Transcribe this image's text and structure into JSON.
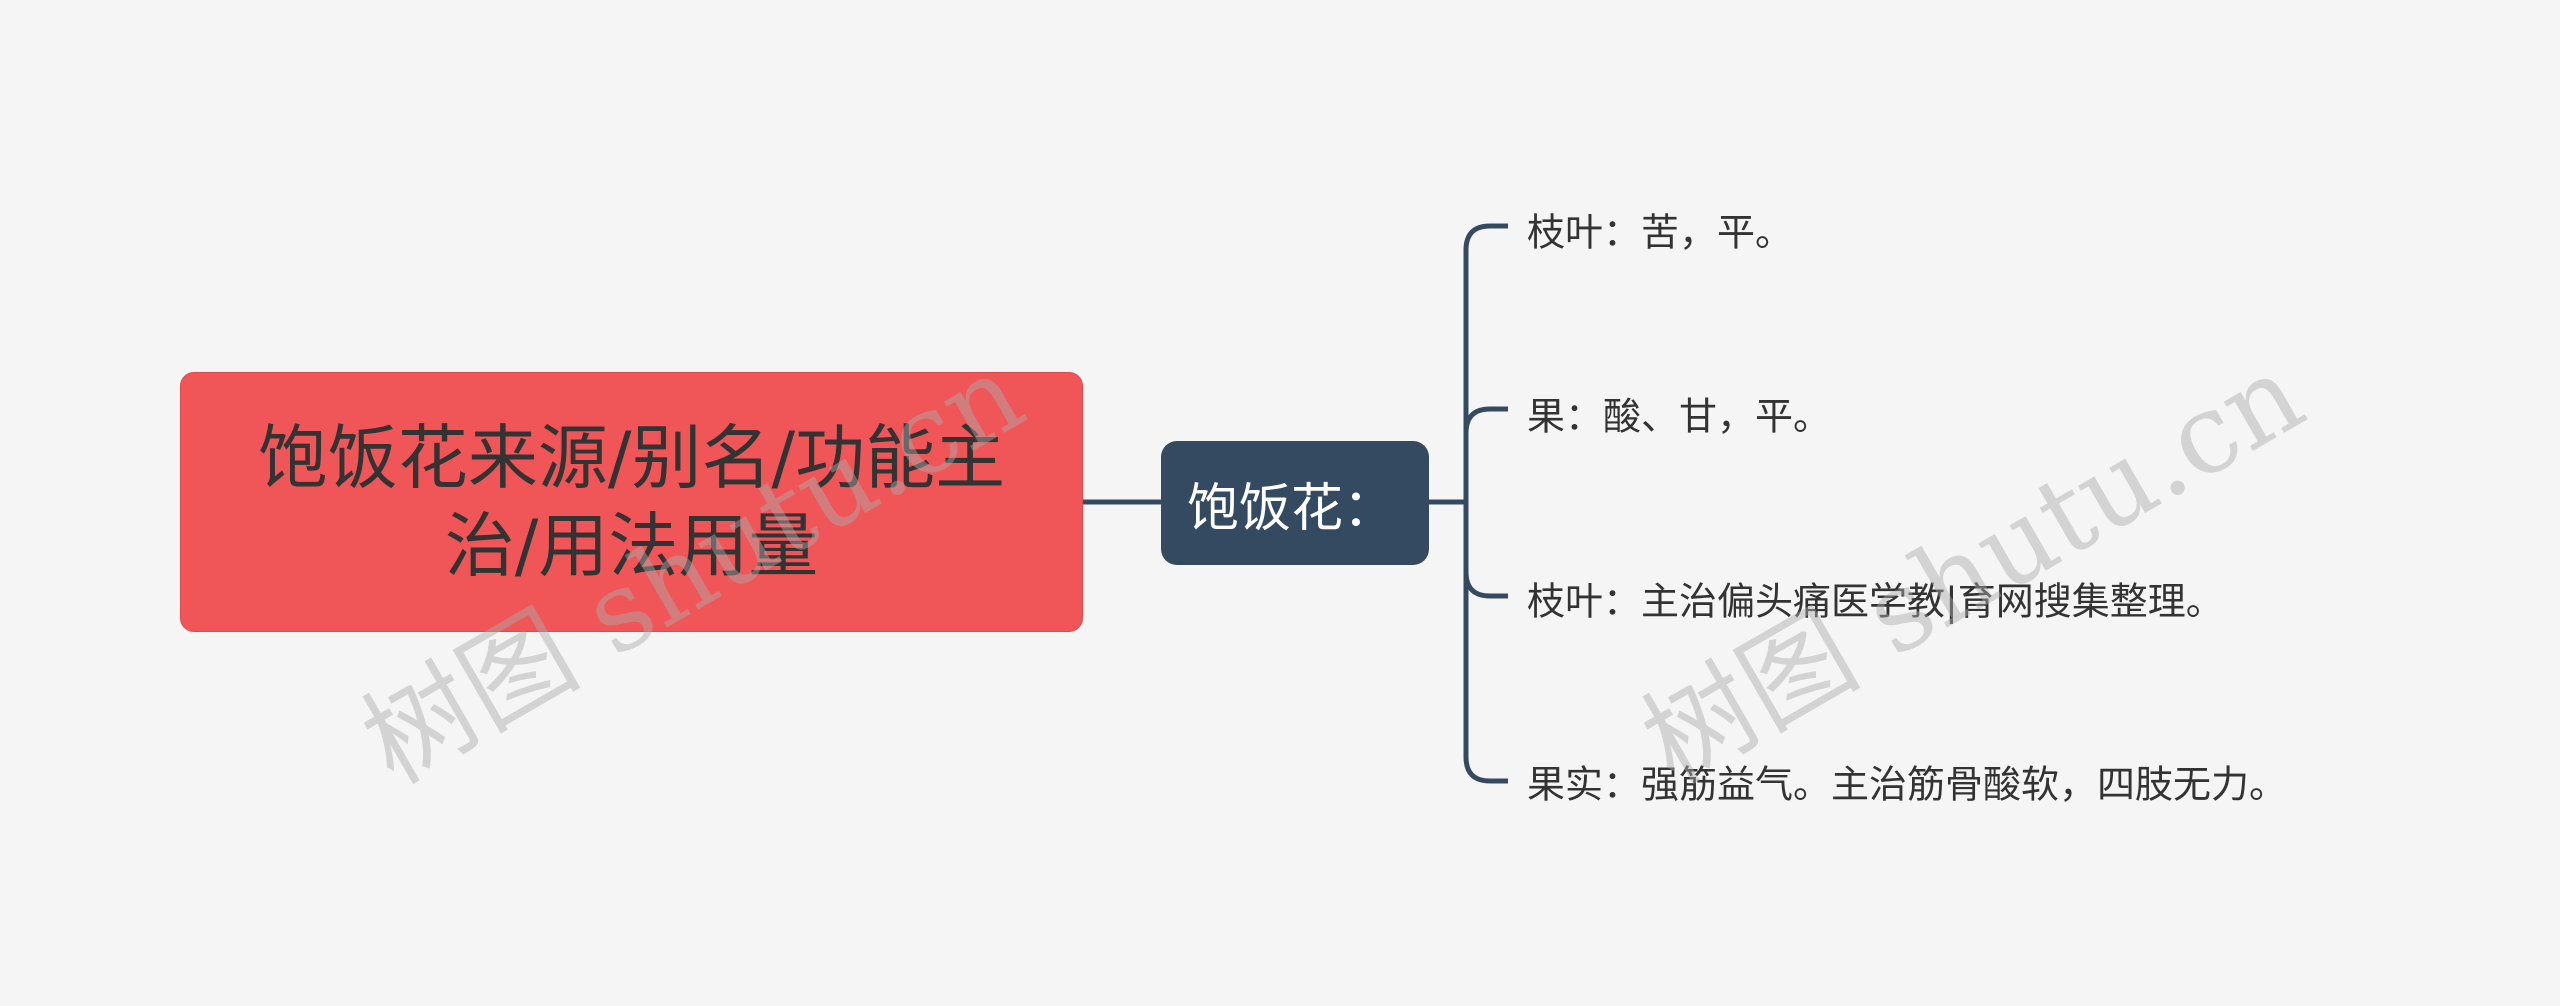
{
  "root": {
    "title": "饱饭花来源/别名/功能主治/用法用量"
  },
  "center": {
    "label": "饱饭花："
  },
  "leaves": [
    {
      "text": "枝叶：苦，平。"
    },
    {
      "text": "果：酸、甘，平。"
    },
    {
      "text": "枝叶：主治偏头痛医学教|育网搜集整理。"
    },
    {
      "text": "果实：强筋益气。主治筋骨酸软，四肢无力。"
    }
  ],
  "watermarks": [
    "树图 shutu.cn",
    "树图 shutu.cn"
  ],
  "colors": {
    "root": "#f05658",
    "center": "#334a61",
    "line": "#334a61",
    "background": "#f5f5f5"
  }
}
